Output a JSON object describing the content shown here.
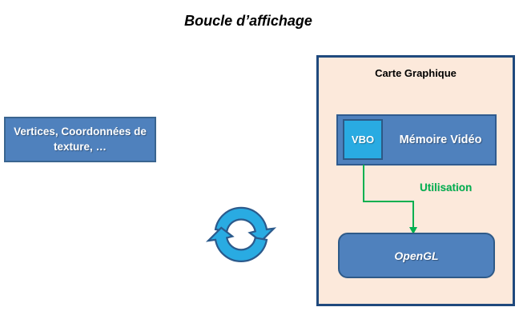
{
  "title": "Boucle d’affichage",
  "left_box": {
    "label": "Vertices, Coordonnées de texture, …"
  },
  "loop_icon": {
    "name": "refresh-cycle-icon",
    "fill_color": "#29ABE2",
    "border_color": "#2B5A8C"
  },
  "graphics_card": {
    "title": "Carte Graphique",
    "video_memory": {
      "label": "Mémoire Vidéo",
      "vbo": "VBO"
    },
    "arrow_label": "Utilisation",
    "opengl_label": "OpenGL"
  },
  "colors": {
    "box_fill": "#4F81BD",
    "box_border": "#3A6590",
    "container_fill": "#FCE9DB",
    "container_border": "#1F497D",
    "cyan": "#29ABE2",
    "green": "#00B050",
    "text_on_blue": "#FFFFFF",
    "title_text": "#000000"
  }
}
